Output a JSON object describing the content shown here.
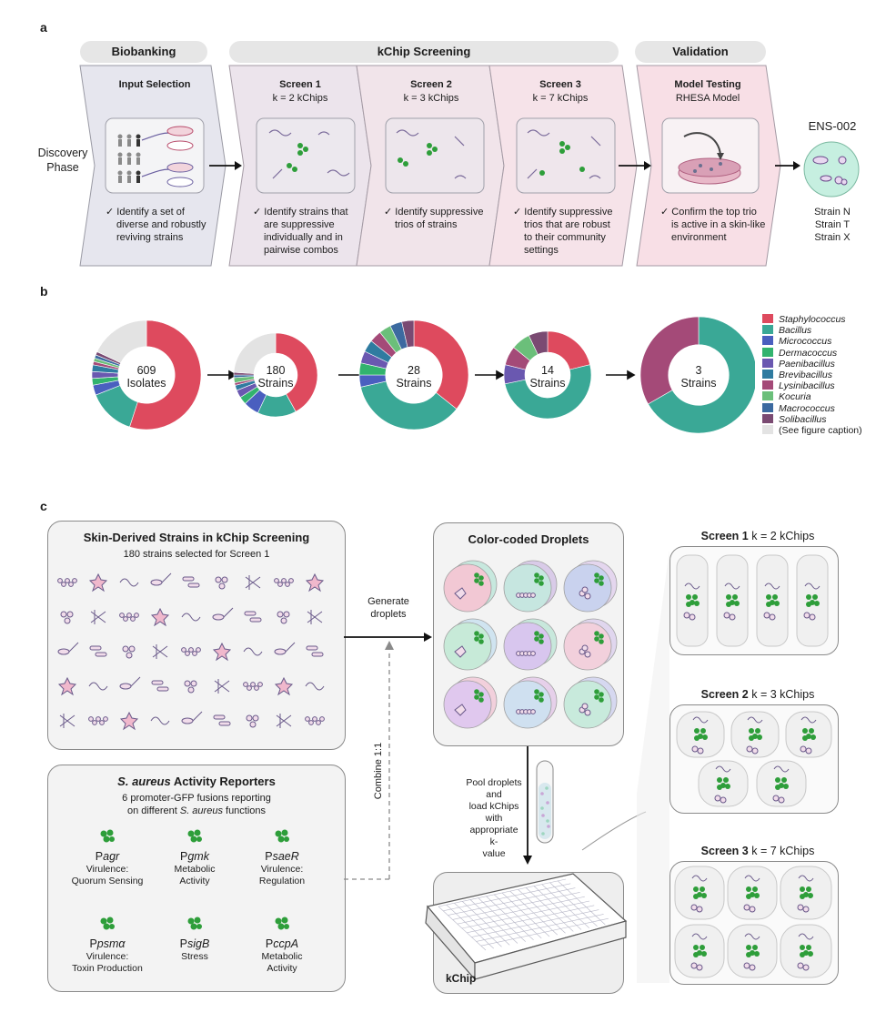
{
  "panel_labels": {
    "a": "a",
    "b": "b",
    "c": "c"
  },
  "panel_a": {
    "phase_pills": {
      "biobanking": "Biobanking",
      "kchip": "kChip Screening",
      "validation": "Validation"
    },
    "discovery_phase": [
      "Discovery",
      "Phase"
    ],
    "input_selection": {
      "title": "Input Selection",
      "text": [
        "✓ Identify a set of",
        "diverse and robustly",
        "reviving strains"
      ]
    },
    "screen1": {
      "title": "Screen 1",
      "k": "k = 2 kChips",
      "text": [
        "✓ Identify strains that",
        "are suppressive",
        "individually and in",
        "pairwise combos"
      ]
    },
    "screen2": {
      "title": "Screen 2",
      "k": "k = 3 kChips",
      "text": [
        "✓ Identify suppressive",
        "trios of strains"
      ]
    },
    "screen3": {
      "title": "Screen 3",
      "k": "k = 7 kChips",
      "text": [
        "✓ Identify suppressive",
        "trios that are robust",
        "to their community",
        "settings"
      ]
    },
    "model_testing": {
      "title": "Model Testing",
      "subtitle": "RHESA Model",
      "text": [
        "✓ Confirm the top trio",
        "is active in a skin-like",
        "environment"
      ]
    },
    "ens": {
      "title": "ENS-002",
      "strains": [
        "Strain N",
        "Strain T",
        "Strain X"
      ]
    }
  },
  "panel_b": {
    "legend": [
      {
        "label": "Staphylococcus",
        "color": "#de4a5e",
        "italic": true
      },
      {
        "label": "Bacillus",
        "color": "#3aa896",
        "italic": true
      },
      {
        "label": "Micrococcus",
        "color": "#4a5fbf",
        "italic": true
      },
      {
        "label": "Dermacoccus",
        "color": "#32b36e",
        "italic": true
      },
      {
        "label": "Paenibacillus",
        "color": "#6a58b0",
        "italic": true
      },
      {
        "label": "Brevibacillus",
        "color": "#2f7ba0",
        "italic": true
      },
      {
        "label": "Lysinibacillus",
        "color": "#a44a78",
        "italic": true
      },
      {
        "label": "Kocuria",
        "color": "#6bbf7a",
        "italic": true
      },
      {
        "label": "Macrococcus",
        "color": "#3c6aa0",
        "italic": true
      },
      {
        "label": "Solibacillus",
        "color": "#7a4a72",
        "italic": true
      },
      {
        "label": "(See figure caption)",
        "color": "#e3e3e3",
        "italic": false
      }
    ],
    "donuts": [
      {
        "n": "609",
        "label": "Isolates"
      },
      {
        "n": "180",
        "label": "Strains"
      },
      {
        "n": "28",
        "label": "Strains"
      },
      {
        "n": "14",
        "label": "Strains"
      },
      {
        "n": "3",
        "label": "Strains"
      }
    ]
  },
  "chart_data": {
    "type": "pie",
    "charts": [
      {
        "total": 609,
        "label": "Isolates",
        "slices": [
          {
            "genus": "Staphylococcus",
            "value": 0.55
          },
          {
            "genus": "Bacillus",
            "value": 0.14
          },
          {
            "genus": "Micrococcus",
            "value": 0.03
          },
          {
            "genus": "Dermacoccus",
            "value": 0.02
          },
          {
            "genus": "Paenibacillus",
            "value": 0.02
          },
          {
            "genus": "Brevibacillus",
            "value": 0.02
          },
          {
            "genus": "Lysinibacillus",
            "value": 0.01
          },
          {
            "genus": "Kocuria",
            "value": 0.01
          },
          {
            "genus": "Macrococcus",
            "value": 0.01
          },
          {
            "genus": "Solibacillus",
            "value": 0.01
          },
          {
            "genus": "(See figure caption)",
            "value": 0.18
          }
        ]
      },
      {
        "total": 180,
        "label": "Strains",
        "slices": [
          {
            "genus": "Staphylococcus",
            "value": 0.42
          },
          {
            "genus": "Bacillus",
            "value": 0.15
          },
          {
            "genus": "Micrococcus",
            "value": 0.06
          },
          {
            "genus": "Dermacoccus",
            "value": 0.03
          },
          {
            "genus": "Paenibacillus",
            "value": 0.03
          },
          {
            "genus": "Brevibacillus",
            "value": 0.02
          },
          {
            "genus": "Lysinibacillus",
            "value": 0.01
          },
          {
            "genus": "Kocuria",
            "value": 0.02
          },
          {
            "genus": "Macrococcus",
            "value": 0.01
          },
          {
            "genus": "Solibacillus",
            "value": 0.01
          },
          {
            "genus": "(See figure caption)",
            "value": 0.24
          }
        ]
      },
      {
        "total": 28,
        "label": "Strains",
        "slices": [
          {
            "genus": "Staphylococcus",
            "value": 0.36
          },
          {
            "genus": "Bacillus",
            "value": 0.36
          },
          {
            "genus": "Micrococcus",
            "value": 0.036
          },
          {
            "genus": "Dermacoccus",
            "value": 0.036
          },
          {
            "genus": "Paenibacillus",
            "value": 0.036
          },
          {
            "genus": "Brevibacillus",
            "value": 0.036
          },
          {
            "genus": "Lysinibacillus",
            "value": 0.036
          },
          {
            "genus": "Kocuria",
            "value": 0.036
          },
          {
            "genus": "Macrococcus",
            "value": 0.036
          },
          {
            "genus": "Solibacillus",
            "value": 0.036
          }
        ]
      },
      {
        "total": 14,
        "label": "Strains",
        "slices": [
          {
            "genus": "Staphylococcus",
            "value": 0.21
          },
          {
            "genus": "Bacillus",
            "value": 0.5
          },
          {
            "genus": "Paenibacillus",
            "value": 0.07
          },
          {
            "genus": "Lysinibacillus",
            "value": 0.07
          },
          {
            "genus": "Kocuria",
            "value": 0.07
          },
          {
            "genus": "Solibacillus",
            "value": 0.07
          }
        ]
      },
      {
        "total": 3,
        "label": "Strains",
        "slices": [
          {
            "genus": "Bacillus",
            "value": 0.667
          },
          {
            "genus": "Lysinibacillus",
            "value": 0.333
          }
        ]
      }
    ]
  },
  "panel_c": {
    "skin_strains": {
      "title": "Skin-Derived Strains in kChip Screening",
      "subtitle": "180 strains selected for Screen 1"
    },
    "reporters": {
      "title_italic": "S. aureus",
      "title_rest": " Activity Reporters",
      "subtitle1": "6 promoter-GFP fusions reporting",
      "subtitle2_pre": "on different ",
      "subtitle2_italic": "S. aureus",
      "subtitle2_post": " functions",
      "items": [
        {
          "pre": "P",
          "gene": "agr",
          "desc": [
            "Virulence:",
            "Quorum Sensing"
          ]
        },
        {
          "pre": "P",
          "gene": "gmk",
          "desc": [
            "Metabolic",
            "Activity"
          ]
        },
        {
          "pre": "P",
          "gene": "saeR",
          "desc": [
            "Virulence:",
            "Regulation"
          ]
        },
        {
          "pre": "P",
          "gene": "psmα",
          "desc": [
            "Virulence:",
            "Toxin Production"
          ]
        },
        {
          "pre": "P",
          "gene": "sigB",
          "desc": [
            "Stress"
          ]
        },
        {
          "pre": "P",
          "gene": "ccpA",
          "desc": [
            "Metabolic",
            "Activity"
          ]
        }
      ]
    },
    "generate_droplets": [
      "Generate",
      "droplets"
    ],
    "combine": "Combine 1:1",
    "droplets": {
      "title": "Color-coded Droplets"
    },
    "pool": [
      "Pool droplets and",
      "load kChips with",
      "appropriate k-",
      "value"
    ],
    "kchip": "kChip",
    "screens": [
      {
        "title": "Screen 1",
        "k": "k = 2 kChips"
      },
      {
        "title": "Screen 2",
        "k": "k = 3 kChips"
      },
      {
        "title": "Screen 3",
        "k": "k = 7 kChips"
      }
    ]
  }
}
